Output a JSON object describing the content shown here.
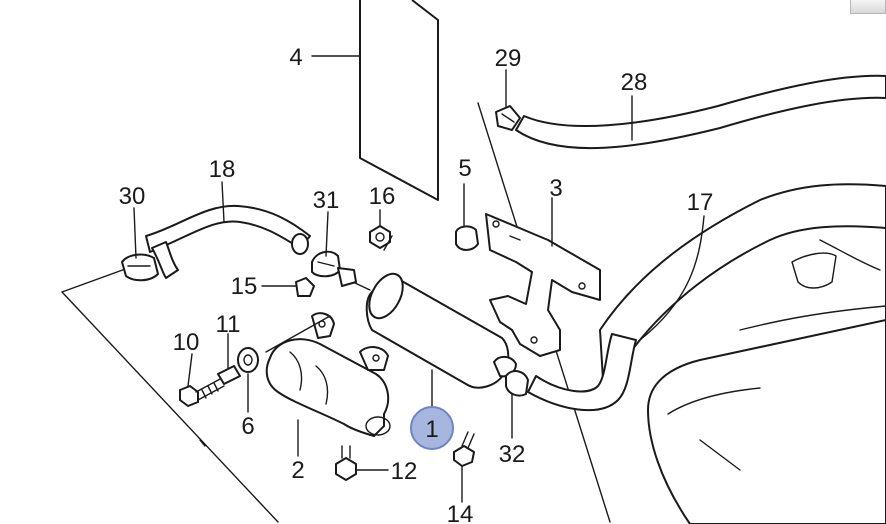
{
  "diagram": {
    "callouts": [
      {
        "id": "1",
        "label": "1",
        "highlighted": true
      },
      {
        "id": "2",
        "label": "2"
      },
      {
        "id": "3",
        "label": "3"
      },
      {
        "id": "4",
        "label": "4"
      },
      {
        "id": "5",
        "label": "5"
      },
      {
        "id": "6",
        "label": "6"
      },
      {
        "id": "10",
        "label": "10"
      },
      {
        "id": "11",
        "label": "11"
      },
      {
        "id": "12",
        "label": "12"
      },
      {
        "id": "14",
        "label": "14"
      },
      {
        "id": "15",
        "label": "15"
      },
      {
        "id": "16",
        "label": "16"
      },
      {
        "id": "17",
        "label": "17"
      },
      {
        "id": "18",
        "label": "18"
      },
      {
        "id": "28",
        "label": "28"
      },
      {
        "id": "29",
        "label": "29"
      },
      {
        "id": "30",
        "label": "30"
      },
      {
        "id": "31",
        "label": "31"
      },
      {
        "id": "32",
        "label": "32"
      }
    ],
    "highlight_color": "#a7b6de",
    "line_color": "#1a1a1a"
  }
}
